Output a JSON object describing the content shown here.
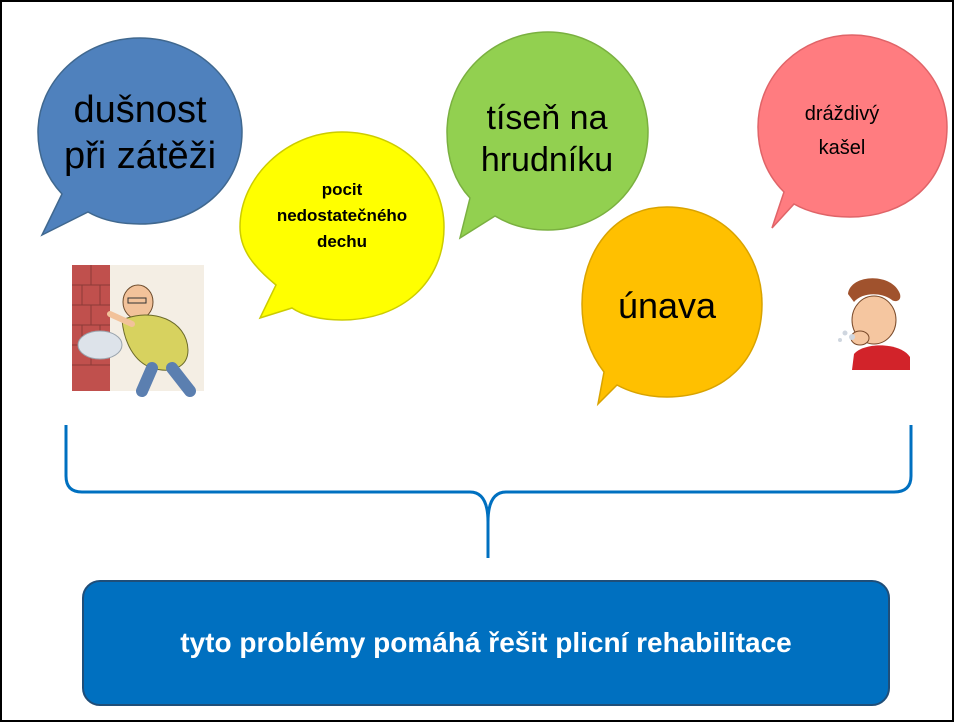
{
  "bubbles": [
    {
      "text": "dušnost\npři zátěži",
      "color": "#4f81bd"
    },
    {
      "text": "pocit\nnedostatečného\ndechu",
      "color": "#ffff00"
    },
    {
      "text": "tíseň na\nhrudníku",
      "color": "#92d050"
    },
    {
      "text": "únava",
      "color": "#ffc000"
    },
    {
      "text": "dráždivý\nkašel",
      "color": "#ff7c80"
    }
  ],
  "illustrations": [
    {
      "name": "man-out-of-breath-illustration"
    },
    {
      "name": "boy-coughing-illustration"
    }
  ],
  "bracket": {
    "color": "#0070c0"
  },
  "banner": {
    "text": "tyto problémy pomáhá řešit plicní rehabilitace",
    "color": "#0070c0"
  }
}
